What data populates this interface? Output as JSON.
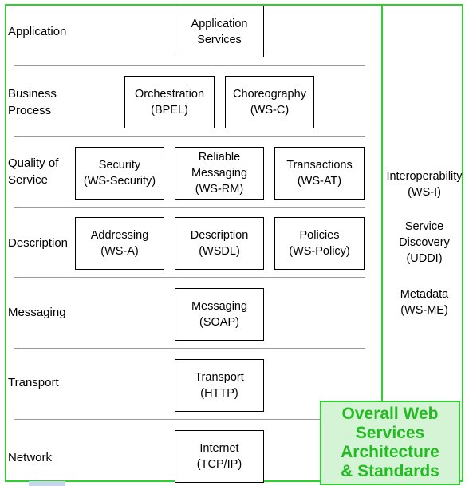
{
  "colors": {
    "frame": "#2fcf2f",
    "title_text": "#22bb22",
    "title_bg": "#d5f4d5",
    "separator": "#9a9a9a"
  },
  "layers": [
    {
      "label": "Application"
    },
    {
      "label": "Business\nProcess"
    },
    {
      "label": "Quality of\nService"
    },
    {
      "label": "Description"
    },
    {
      "label": "Messaging"
    },
    {
      "label": "Transport"
    },
    {
      "label": "Network"
    }
  ],
  "boxes": {
    "app_services": {
      "line1": "Application",
      "line2": "Services"
    },
    "orchestration": {
      "line1": "Orchestration",
      "line2": "(BPEL)"
    },
    "choreography": {
      "line1": "Choreography",
      "line2": "(WS-C)"
    },
    "security": {
      "line1": "Security",
      "line2": "(WS-Security)"
    },
    "reliable": {
      "line1": "Reliable",
      "line2": "Messaging",
      "line3": "(WS-RM)"
    },
    "transactions": {
      "line1": "Transactions",
      "line2": "(WS-AT)"
    },
    "addressing": {
      "line1": "Addressing",
      "line2": "(WS-A)"
    },
    "description": {
      "line1": "Description",
      "line2": "(WSDL)"
    },
    "policies": {
      "line1": "Policies",
      "line2": "(WS-Policy)"
    },
    "messaging": {
      "line1": "Messaging",
      "line2": "(SOAP)"
    },
    "transport": {
      "line1": "Transport",
      "line2": "(HTTP)"
    },
    "internet": {
      "line1": "Internet",
      "line2": "(TCP/IP)"
    }
  },
  "side_items": {
    "interop": {
      "line1": "Interoperability",
      "line2": "(WS-I)"
    },
    "discovery": {
      "line1": "Service",
      "line2": "Discovery",
      "line3": "(UDDI)"
    },
    "metadata": {
      "line1": "Metadata",
      "line2": "(WS-ME)"
    }
  },
  "title": {
    "line1": "Overall Web",
    "line2": "Services",
    "line3": "Architecture",
    "line4": "& Standards"
  }
}
